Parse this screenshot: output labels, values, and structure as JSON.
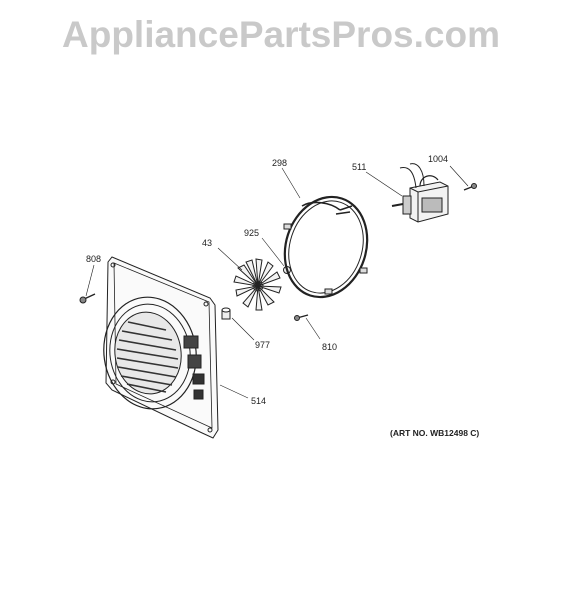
{
  "watermark": "AppliancePartsPros.com",
  "art_number": "(ART NO. WB12498 C)",
  "parts": {
    "p298": "298",
    "p511": "511",
    "p1004": "1004",
    "p43": "43",
    "p925": "925",
    "p808": "808",
    "p977": "977",
    "p810": "810",
    "p514": "514"
  }
}
